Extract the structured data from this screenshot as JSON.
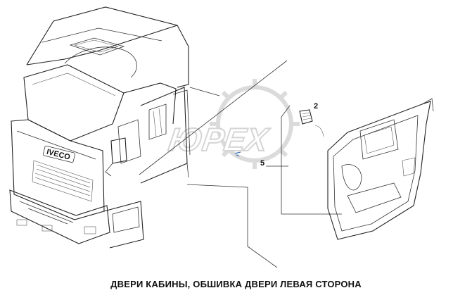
{
  "watermark": {
    "text": "ЮРЕХ"
  },
  "callouts": [
    "2",
    "5"
  ],
  "logo_text": "IVECO",
  "caption": "ДВЕРИ КАБИНЫ, ОБШИВКА ДВЕРИ ЛЕВАЯ СТОРОНА"
}
